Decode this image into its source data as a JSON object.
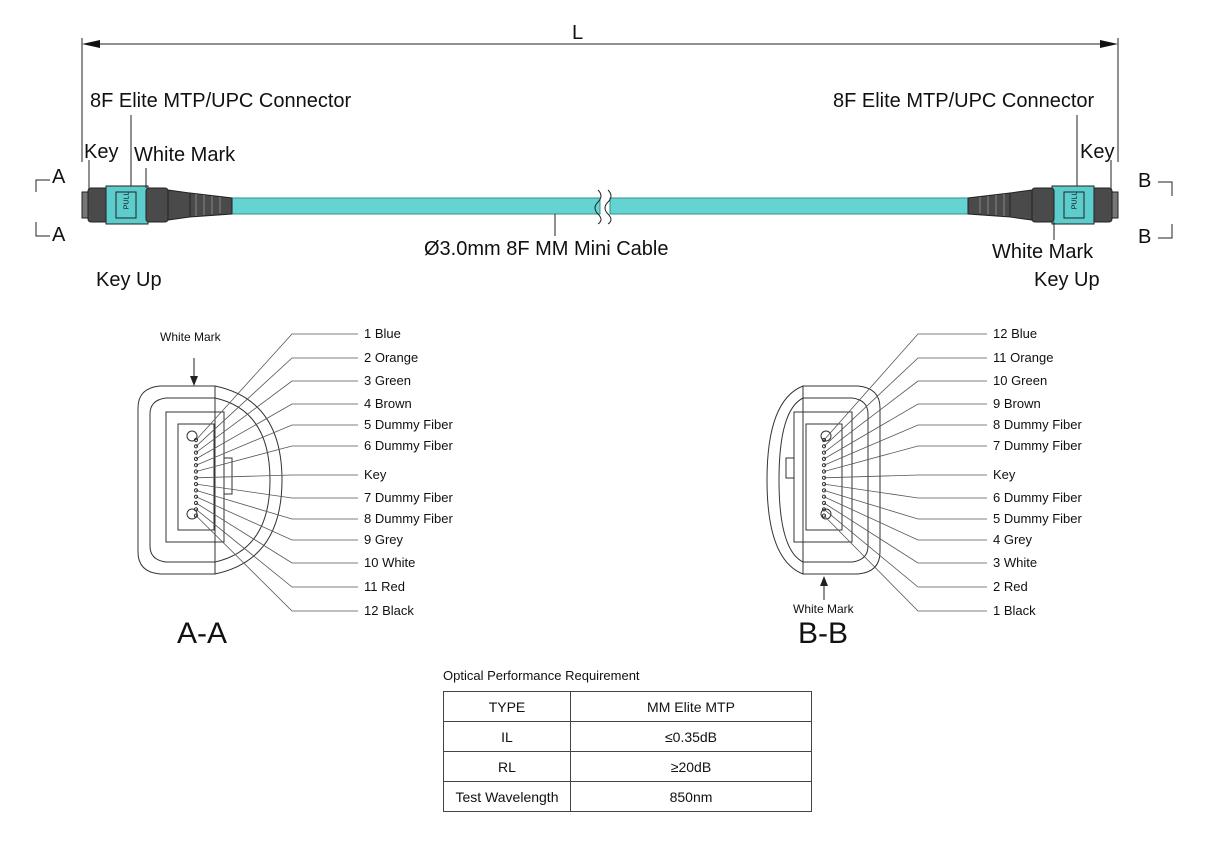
{
  "title_dimension": "L",
  "connector_left": {
    "name": "8F Elite MTP/UPC Connector",
    "key": "Key",
    "white_mark": "White Mark",
    "orientation": "Key Up",
    "pull": "PULL"
  },
  "connector_right": {
    "name": "8F Elite MTP/UPC Connector",
    "key": "Key",
    "white_mark": "White Mark",
    "orientation": "Key  Up",
    "pull": "PULL"
  },
  "section_marks": {
    "a": "A",
    "b": "B"
  },
  "cable_label": "Ø3.0mm 8F MM Mini Cable",
  "colors": {
    "cable": "#66d3d3",
    "connector_body": "#4a4a4a",
    "housing": "#5ccccc"
  },
  "section_aa": {
    "title": "A-A",
    "white_mark": "White Mark",
    "labels": [
      "1 Blue",
      "2 Orange",
      "3 Green",
      "4 Brown",
      "5 Dummy Fiber",
      "6 Dummy Fiber",
      "Key",
      "7 Dummy Fiber",
      "8 Dummy Fiber",
      "9 Grey",
      "10 White",
      "11 Red",
      "12 Black"
    ]
  },
  "section_bb": {
    "title": "B-B",
    "white_mark": "White Mark",
    "labels": [
      "12 Blue",
      "11 Orange",
      "10 Green",
      "9 Brown",
      "8 Dummy Fiber",
      "7 Dummy Fiber",
      "Key",
      "6 Dummy Fiber",
      "5 Dummy Fiber",
      "4 Grey",
      "3 White",
      "2 Red",
      "1 Black"
    ]
  },
  "performance": {
    "caption": "Optical Performance Requirement",
    "rows": [
      [
        "TYPE",
        "MM Elite MTP"
      ],
      [
        "IL",
        "≤0.35dB"
      ],
      [
        "RL",
        "≥20dB"
      ],
      [
        "Test Wavelength",
        "850nm"
      ]
    ]
  }
}
